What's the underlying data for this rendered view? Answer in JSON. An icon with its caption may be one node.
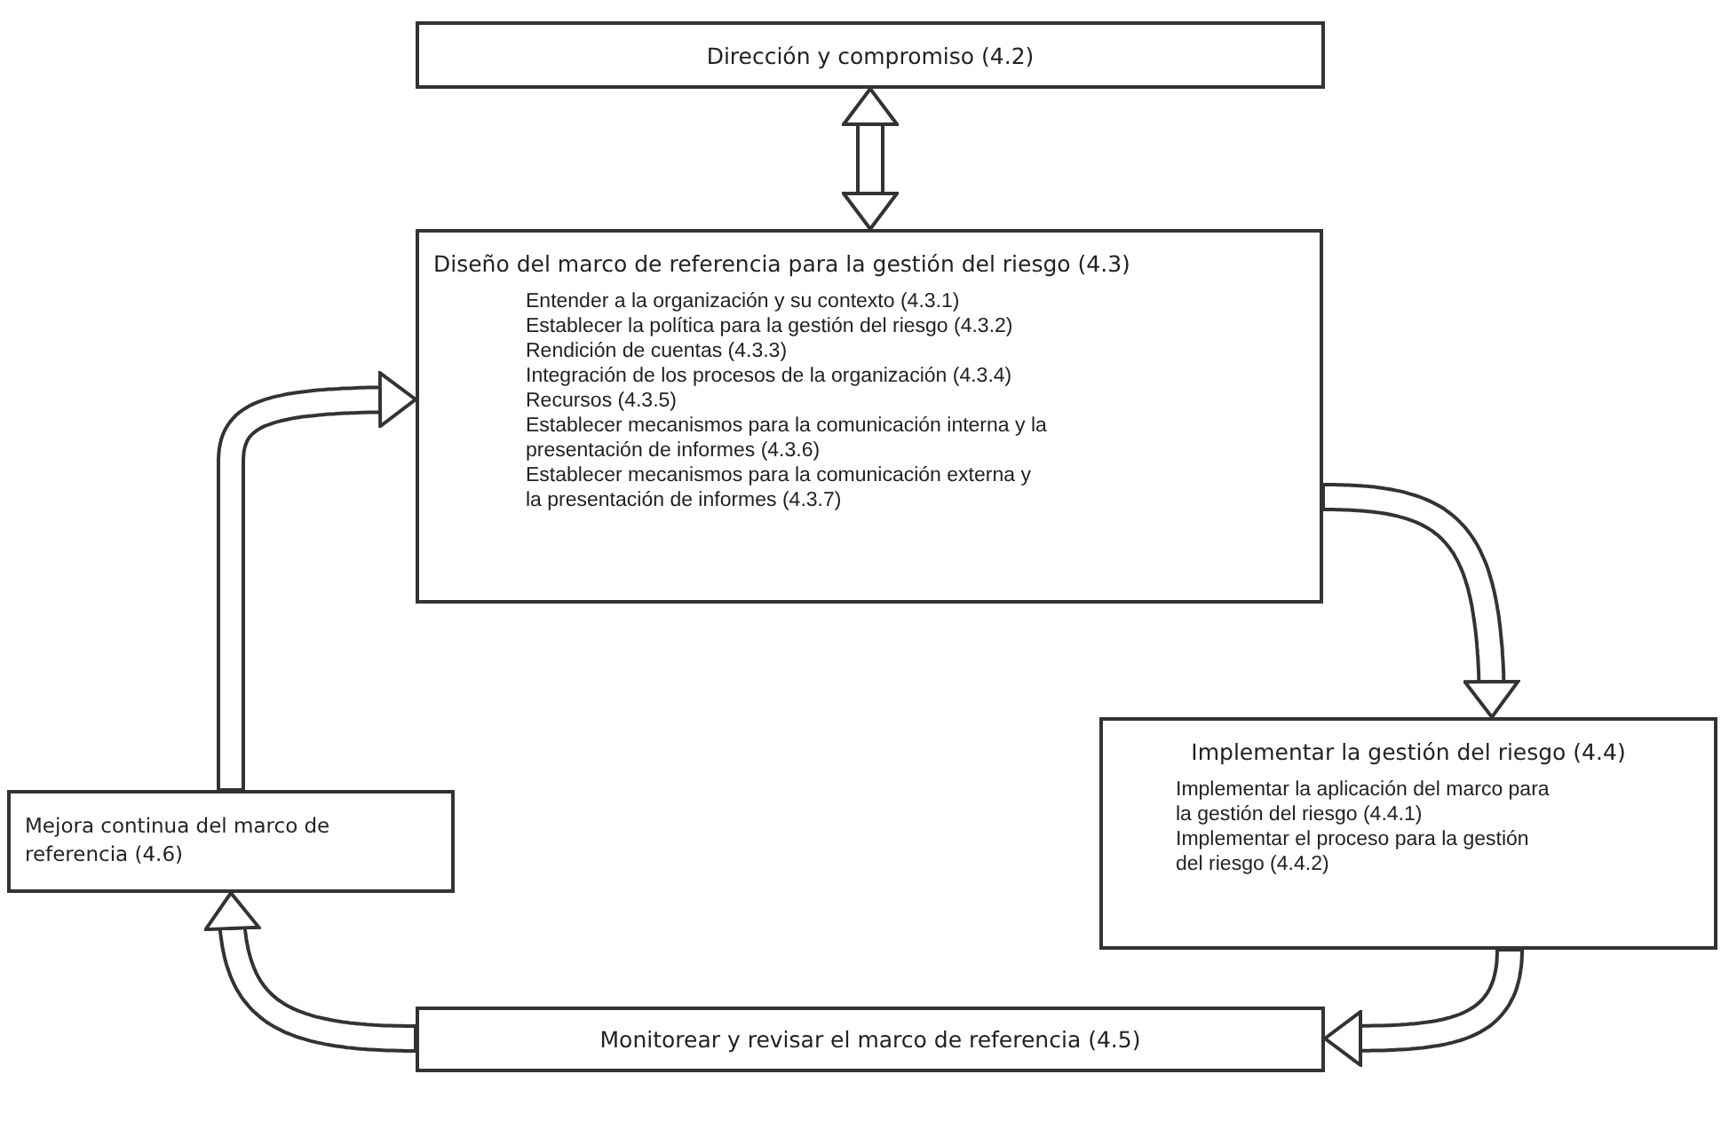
{
  "diagram": {
    "nodes": [
      {
        "text": [
          "Dirección y compromiso (4.2)"
        ]
      },
      {
        "text": [
          "Diseño del marco de referencia para la gestión del riesgo (4.3)",
          "Entender a la organización y su contexto (4.3.1)",
          "Establecer la política para la gestión del riesgo (4.3.2)",
          "Rendición de cuentas (4.3.3)",
          "Integración de los procesos de la organización (4.3.4)",
          "Recursos (4.3.5)",
          "Establecer mecanismos para la comunicación interna y la presentación de informes (4.3.6)",
          "Establecer mecanismos para la comunicación externa y la presentación de informes (4.3.7)"
        ]
      },
      {
        "text": [
          "Implementar la gestión del riesgo (4.4)",
          "Implementar la aplicación del marco para la gestión del riesgo (4.4.1)",
          "Implementar el proceso para la gestión del riesgo (4.4.2)"
        ]
      },
      {
        "text": [
          "Monitorear y revisar el marco de referencia (4.5)"
        ]
      },
      {
        "text": [
          "Mejora continua del marco de referencia (4.6)"
        ]
      }
    ],
    "edges": [
      {
        "from": 0,
        "to": 1,
        "arrow": "both"
      },
      {
        "from": 1,
        "to": 2,
        "arrow": "to"
      },
      {
        "from": 2,
        "to": 3,
        "arrow": "to"
      },
      {
        "from": 3,
        "to": 4,
        "arrow": "to"
      },
      {
        "from": 4,
        "to": 1,
        "arrow": "to"
      }
    ]
  }
}
